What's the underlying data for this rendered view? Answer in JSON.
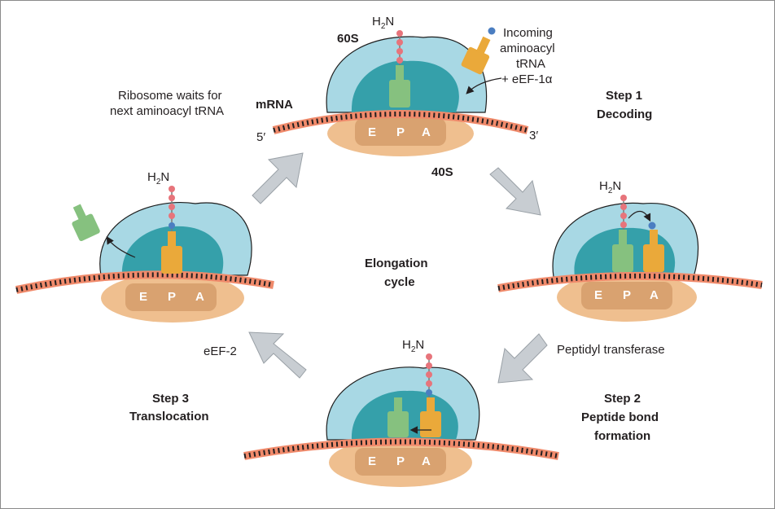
{
  "labels": {
    "subunit_large": "60S",
    "subunit_small": "40S",
    "mrna": "mRNA",
    "five_prime": "5′",
    "three_prime": "3′",
    "incoming_1": "Incoming",
    "incoming_2": "aminoacyl",
    "incoming_3": "tRNA",
    "incoming_4": "+ eEF-1α",
    "waits_1": "Ribosome waits for",
    "waits_2": "next aminoacyl tRNA",
    "center_1": "Elongation",
    "center_2": "cycle",
    "step1_1": "Step 1",
    "step1_2": "Decoding",
    "step2_1": "Step 2",
    "step2_2": "Peptide bond",
    "step2_3": "formation",
    "step3_1": "Step 3",
    "step3_2": "Translocation",
    "peptidyl": "Peptidyl transferase",
    "eef2": "eEF-2",
    "amino_h": "H",
    "amino_sub": "2",
    "amino_n": "N"
  },
  "sites": [
    "E",
    "P",
    "A"
  ],
  "colors": {
    "ribosome_outer": "#a8d8e4",
    "ribosome_inner": "#35a0aa",
    "small_subunit": "#efbf8f",
    "small_subunit_inner": "#d9a270",
    "mrna": "#f08a6b",
    "trna_green": "#86c17f",
    "trna_orange": "#eaa93a",
    "amino_red": "#e7747b",
    "amino_blue": "#4b7ec1",
    "arrow_gray": "#c8cdd2"
  }
}
